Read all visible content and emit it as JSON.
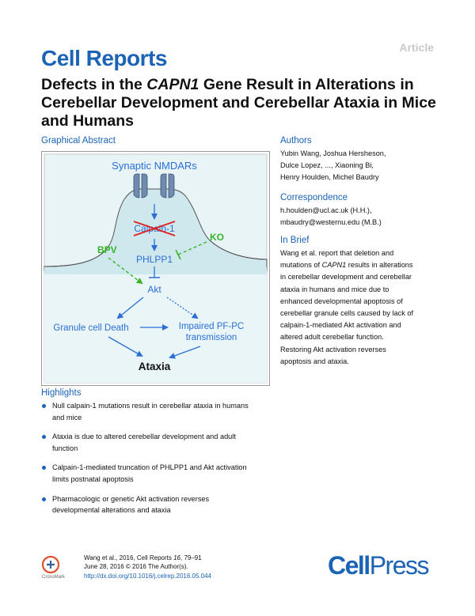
{
  "header": {
    "article_tag": "Article",
    "journal": "Cell Reports",
    "title_part1": "Defects in the ",
    "title_gene": "CAPN1",
    "title_part2": " Gene Result in Alterations in Cerebellar Development and Cerebellar Ataxia in Mice and Humans"
  },
  "graphical_abstract": {
    "heading": "Graphical Abstract",
    "labels": {
      "nmdar": "Synaptic NMDARs",
      "calpain": "Calpain-1",
      "phlpp1": "PHLPP1",
      "akt": "Akt",
      "bpv": "BPV",
      "ko": "KO",
      "death": "Granule cell Death",
      "impaired_line1": "Impaired PF-PC",
      "impaired_line2": "transmission",
      "ataxia": "Ataxia"
    },
    "colors": {
      "cell_fill": "#cfe8ee",
      "blue_text": "#2a6fd6",
      "green": "#36b52a",
      "red": "#e02020"
    }
  },
  "authors": {
    "heading": "Authors",
    "lines": [
      "Yubin Wang, Joshua Hersheson,",
      "Dulce Lopez, ..., Xiaoning Bi,",
      "Henry Houlden, Michel Baudry"
    ]
  },
  "correspondence": {
    "heading": "Correspondence",
    "lines": [
      "h.houlden@ucl.ac.uk (H.H.),",
      "mbaudry@westernu.edu (M.B.)"
    ]
  },
  "in_brief": {
    "heading": "In Brief",
    "l1": "Wang et al. report that deletion and",
    "l2_pre": "mutations of ",
    "l2_gene": "CAPN1",
    "l2_post": " results in alterations",
    "l3": "in cerebellar development and cerebellar",
    "l4": "ataxia in humans and mice due to",
    "l5": "enhanced developmental apoptosis of",
    "l6": "cerebellar granule cells caused by lack of",
    "l7": "calpain-1-mediated Akt activation and",
    "l8": "altered adult cerebellar function.",
    "l9": "Restoring Akt activation reverses",
    "l10": "apoptosis and ataxia."
  },
  "highlights": {
    "heading": "Highlights",
    "items": [
      {
        "l1": "Null calpain-1 mutations result in cerebellar ataxia in humans",
        "l2": "and mice"
      },
      {
        "l1": "Ataxia is due to altered cerebellar development and adult",
        "l2": "function"
      },
      {
        "l1": "Calpain-1-mediated truncation of PHLPP1 and Akt activation",
        "l2": "limits postnatal apoptosis"
      },
      {
        "l1": "Pharmacologic or genetic Akt activation reverses",
        "l2": "developmental alterations and ataxia"
      }
    ]
  },
  "footer": {
    "cite_pre": "Wang et al., 2016, Cell Reports ",
    "cite_vol": "16",
    "cite_post": ", 79–91",
    "date_line": "June 28, 2016 © 2016 The Author(s).",
    "doi": "http://dx.doi.org/10.1016/j.celrep.2016.05.044",
    "crossmark_text": "CrossMark",
    "publisher_cell": "Cell",
    "publisher_press": "Press"
  }
}
